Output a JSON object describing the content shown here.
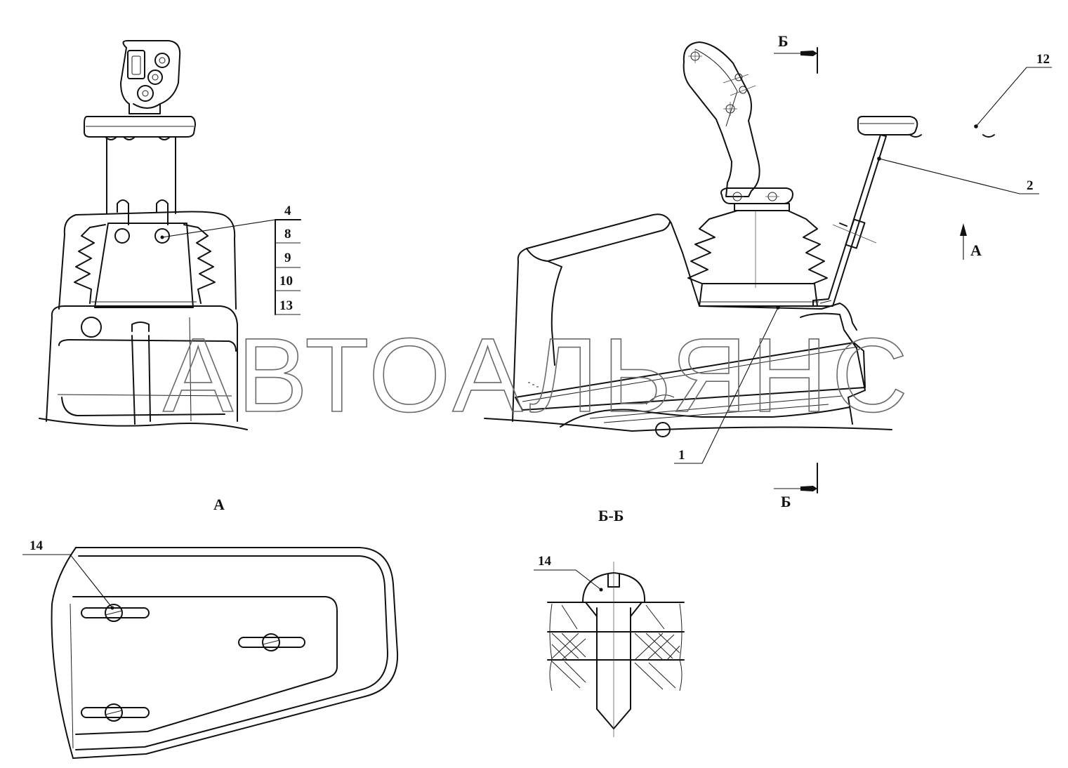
{
  "callouts": {
    "c4": "4",
    "c8": "8",
    "c9": "9",
    "c10": "10",
    "c13": "13",
    "c12": "12",
    "c2": "2",
    "c1": "1",
    "c14a": "14",
    "c14b": "14"
  },
  "section_marks": {
    "top": "Б",
    "bottom": "Б",
    "arrow_a": "А"
  },
  "view_labels": {
    "view_a": "А",
    "section_bb": "Б-Б"
  },
  "watermark": "АВТОАЛЬЯНС"
}
